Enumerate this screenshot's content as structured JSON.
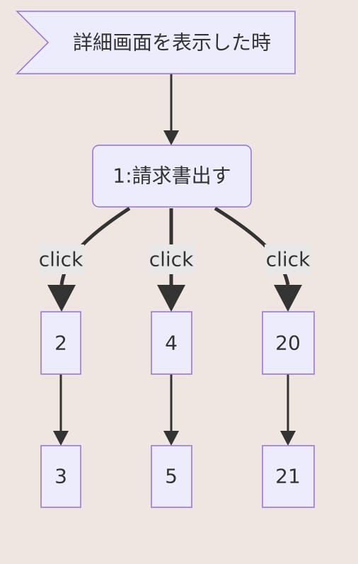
{
  "colors": {
    "background": "#efe6e1",
    "node_fill": "#ececfd",
    "node_stroke": "#9370db",
    "edge": "#333333",
    "label_bg": "#e8e8e8",
    "text": "#333333"
  },
  "nodes": {
    "start": "詳細画面を表示した時",
    "n1": "1:請求書出す",
    "n2": "2",
    "n3": "3",
    "n4": "4",
    "n5": "5",
    "n20": "20",
    "n21": "21"
  },
  "edge_labels": {
    "n1_to_n2": "click",
    "n1_to_n4": "click",
    "n1_to_n20": "click"
  }
}
